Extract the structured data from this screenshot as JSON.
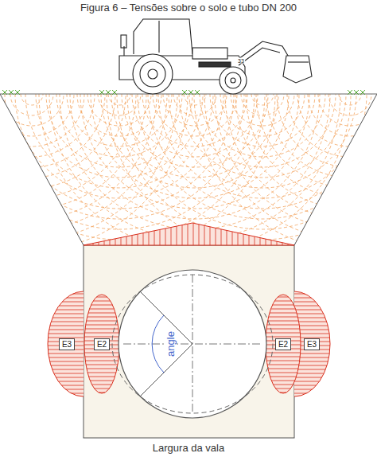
{
  "diagram": {
    "title": "Figura 6 – Tensões sobre o solo e tubo DN 200",
    "nodes": [
      {
        "text": [
          "E3"
        ]
      },
      {
        "text": [
          "E2"
        ]
      },
      {
        "text": [
          "E2"
        ]
      },
      {
        "text": [
          "E3"
        ]
      }
    ],
    "labels": [
      "33",
      "angle",
      "Largura da vala"
    ]
  }
}
